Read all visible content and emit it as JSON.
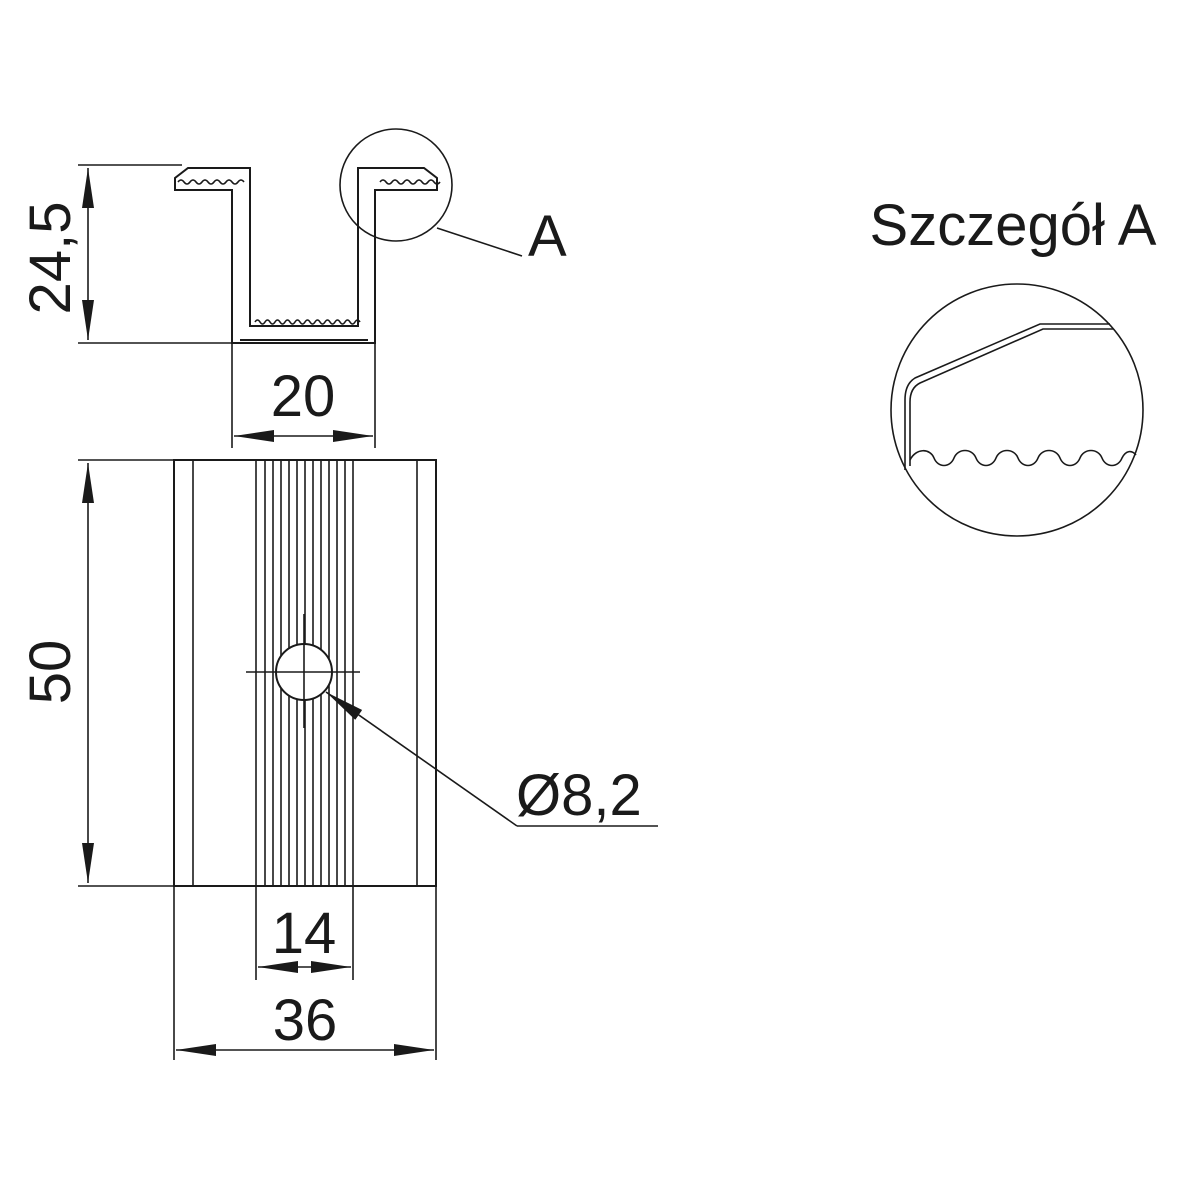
{
  "drawing": {
    "dimensions": {
      "height_profile": "24,5",
      "slot_width": "20",
      "length": "50",
      "groove_width": "14",
      "total_width": "36",
      "hole_diameter": "Ø8,2"
    },
    "detail_callout": "A",
    "detail_title": "Szczegół A"
  }
}
